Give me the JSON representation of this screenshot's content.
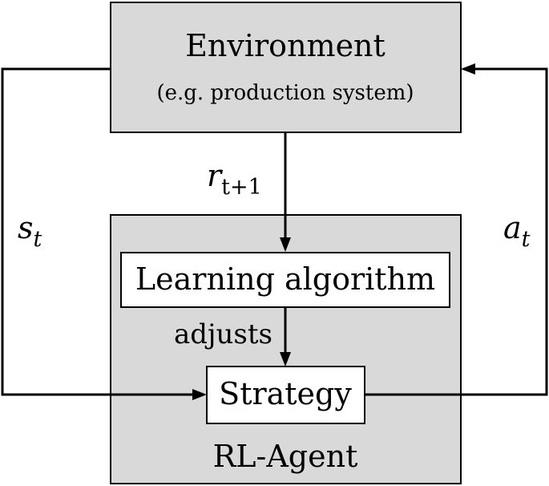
{
  "environment": {
    "title": "Environment",
    "subtitle": "(e.g. production system)"
  },
  "agent": {
    "label": "RL-Agent",
    "learning_algorithm": "Learning algorithm",
    "strategy": "Strategy"
  },
  "edges": {
    "reward": {
      "symbol": "r",
      "subscript": "t+1"
    },
    "state": {
      "symbol": "s",
      "subscript": "t"
    },
    "action": {
      "symbol": "a",
      "subscript": "t"
    },
    "adjusts": "adjusts"
  }
}
